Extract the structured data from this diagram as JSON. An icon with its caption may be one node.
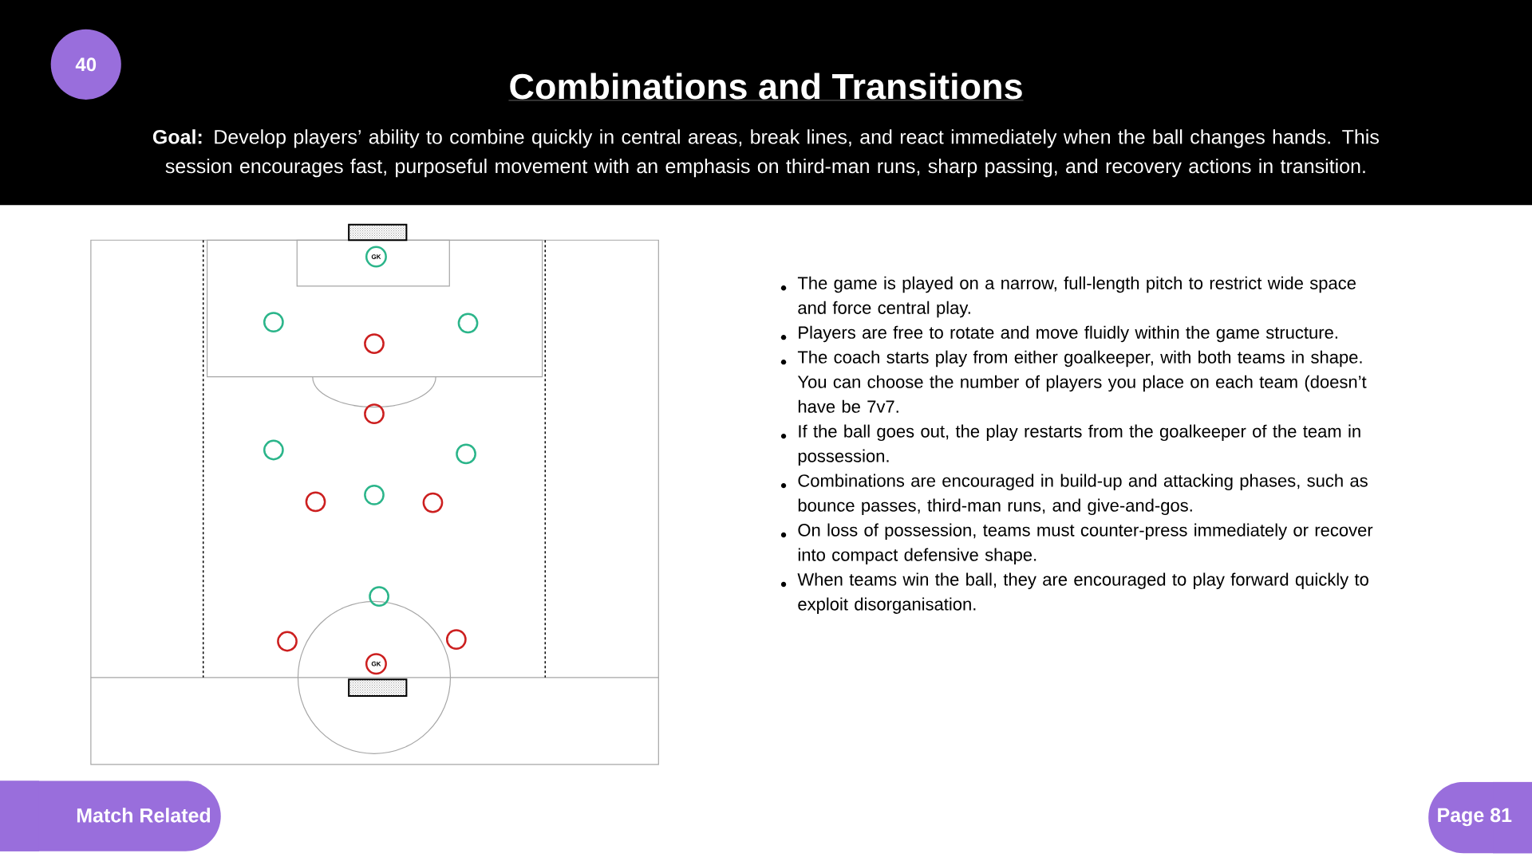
{
  "diagram": {
    "title": "Combinations and Transitions",
    "nodes": [
      {
        "text": [
          "40"
        ]
      },
      {
        "text": [
          "GK"
        ]
      },
      {
        "text": [],
        "shape": "circle"
      },
      {
        "text": [],
        "shape": "circle"
      },
      {
        "text": [],
        "shape": "circle"
      },
      {
        "text": [],
        "shape": "circle"
      },
      {
        "text": [],
        "shape": "circle"
      },
      {
        "text": [],
        "shape": "circle"
      },
      {
        "text": [],
        "shape": "circle"
      },
      {
        "text": [],
        "shape": "circle"
      },
      {
        "text": [],
        "shape": "circle"
      },
      {
        "text": [],
        "shape": "circle"
      },
      {
        "text": [],
        "shape": "circle"
      },
      {
        "text": [],
        "shape": "circle"
      },
      {
        "text": [
          "GK"
        ]
      },
      {
        "text": [
          "Match Related"
        ]
      },
      {
        "text": [
          "Page 81"
        ]
      }
    ],
    "labels": [
      "**Goal:** Develop players’ ability to combine quickly in central areas, break lines, and react immediately when the ball changes hands. This session encourages fast, purposeful movement with an emphasis on third-man runs, sharp passing, and recovery actions in transition.",
      "The game is played on a narrow, full-length pitch to restrict wide space and force central play.",
      "Players are free to rotate and move fluidly within the game structure.",
      "The coach starts play from either goalkeeper, with both teams in shape. You can choose the number of players you place on each team (doesn’t have be 7v7.",
      "If the ball goes out, the play restarts from the goalkeeper of the team in possession.",
      "Combinations are encouraged in build-up and attacking phases, such as bounce passes, third-man runs, and give-and-gos.",
      "On loss of possession, teams must counter-press immediately or recover into compact defensive shape.",
      "When teams win the ball, they are encouraged to play forward quickly to exploit disorganisation."
    ]
  }
}
